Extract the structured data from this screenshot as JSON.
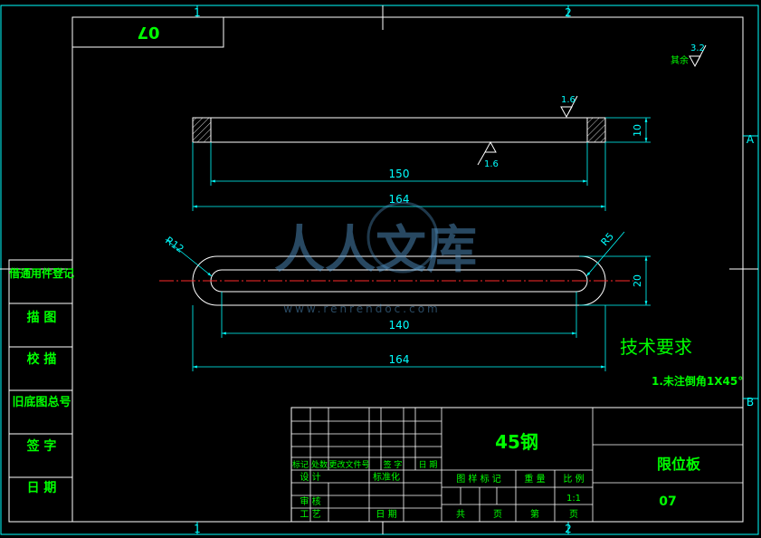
{
  "frame": {
    "zone_top": [
      "1",
      "2"
    ],
    "zone_bottom": [
      "1",
      "2"
    ],
    "zone_right": [
      "A",
      "B"
    ]
  },
  "corner_box": {
    "text": "07"
  },
  "roughness": {
    "general_label": "其余",
    "general_value": "3.2",
    "top_value": "1.6",
    "bottom_value": "1.6"
  },
  "front_view": {
    "dims": {
      "inner_length": "150",
      "overall_length": "164",
      "thickness": "10"
    }
  },
  "top_view": {
    "dims": {
      "slot_length": "140",
      "overall_length": "164",
      "width": "20",
      "radius_left": "R12",
      "radius_right": "R5"
    }
  },
  "tech": {
    "title": "技术要求",
    "note1": "1.未注倒角1X45°"
  },
  "left_stamp": [
    "借通用件登记",
    "描 图",
    "校 描",
    "旧底图总号",
    "签 字",
    "日 期"
  ],
  "title_block": {
    "material": "45钢",
    "part_name": "限位板",
    "drawing_no": "07",
    "rev_headers": [
      "标记",
      "处数",
      "更改文件号",
      "签 字",
      "日 期"
    ],
    "design": "设 计",
    "standard": "标准化",
    "review": "审 核",
    "process": "工 艺",
    "date": "日 期",
    "stage_mark": "图 样 标 记",
    "weight": "重 量",
    "scale_label": "比 例",
    "scale_value": "1:1",
    "total": "共",
    "page": "页",
    "sheet": "第",
    "page2": "页"
  },
  "watermark": {
    "text": "人人文库",
    "url": "www.renrendoc.com"
  }
}
